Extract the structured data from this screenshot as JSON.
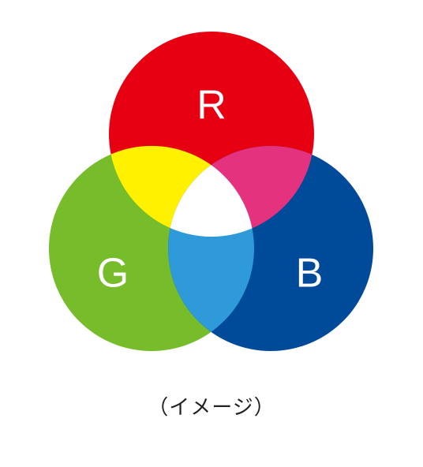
{
  "diagram": {
    "circles": [
      {
        "id": "red",
        "label": "R",
        "color": "#e60012"
      },
      {
        "id": "green",
        "label": "G",
        "color": "#76bc2b"
      },
      {
        "id": "blue",
        "label": "B",
        "color": "#004a9a"
      }
    ],
    "overlaps": {
      "red_green": "#fff100",
      "red_blue": "#e4327e",
      "green_blue": "#2e9ad9",
      "all": "#ffffff"
    },
    "caption": "（イメージ）"
  }
}
